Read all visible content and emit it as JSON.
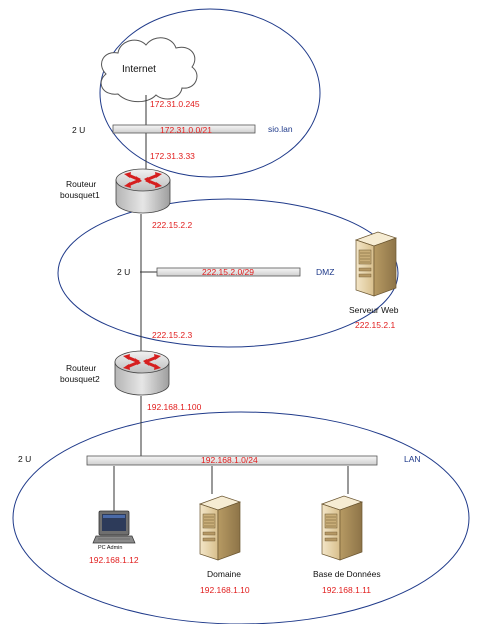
{
  "colors": {
    "ellipse_stroke": "#1f3a8a",
    "ip_text": "#e11d1d",
    "zone_label": "#1f3a8a",
    "bus_fill": "#e4e4e4",
    "router_body": "#d9d9d9",
    "arrow": "#d61f1f",
    "server_body": "#e8d5b0"
  },
  "internet": {
    "label": "Internet",
    "gateway_ip": "172.31.0.245"
  },
  "zones": {
    "sio": {
      "label": "sio.lan",
      "network": "172.31.0.0/21",
      "units": "2 U"
    },
    "dmz": {
      "label": "DMZ",
      "network": "222.15.2.0/29",
      "units": "2 U"
    },
    "lan": {
      "label": "LAN",
      "network": "192.168.1.0/24",
      "units": "2 U"
    }
  },
  "routers": {
    "r1": {
      "label_line1": "Routeur",
      "label_line2": "bousquet1",
      "ip_top": "172.31.3.33",
      "ip_bottom": "222.15.2.2"
    },
    "r2": {
      "label_line1": "Routeur",
      "label_line2": "bousquet2",
      "ip_top": "222.15.2.3",
      "ip_bottom": "192.168.1.100"
    }
  },
  "devices": {
    "web": {
      "label": "Serveur Web",
      "ip": "222.15.2.1",
      "icon": "server-icon"
    },
    "pc": {
      "label": "PC Admin",
      "ip": "192.168.1.12",
      "icon": "computer-icon"
    },
    "domaine": {
      "label": "Domaine",
      "ip": "192.168.1.10",
      "icon": "server-icon"
    },
    "bdd": {
      "label": "Base de Données",
      "ip": "192.168.1.11",
      "icon": "server-icon"
    }
  }
}
